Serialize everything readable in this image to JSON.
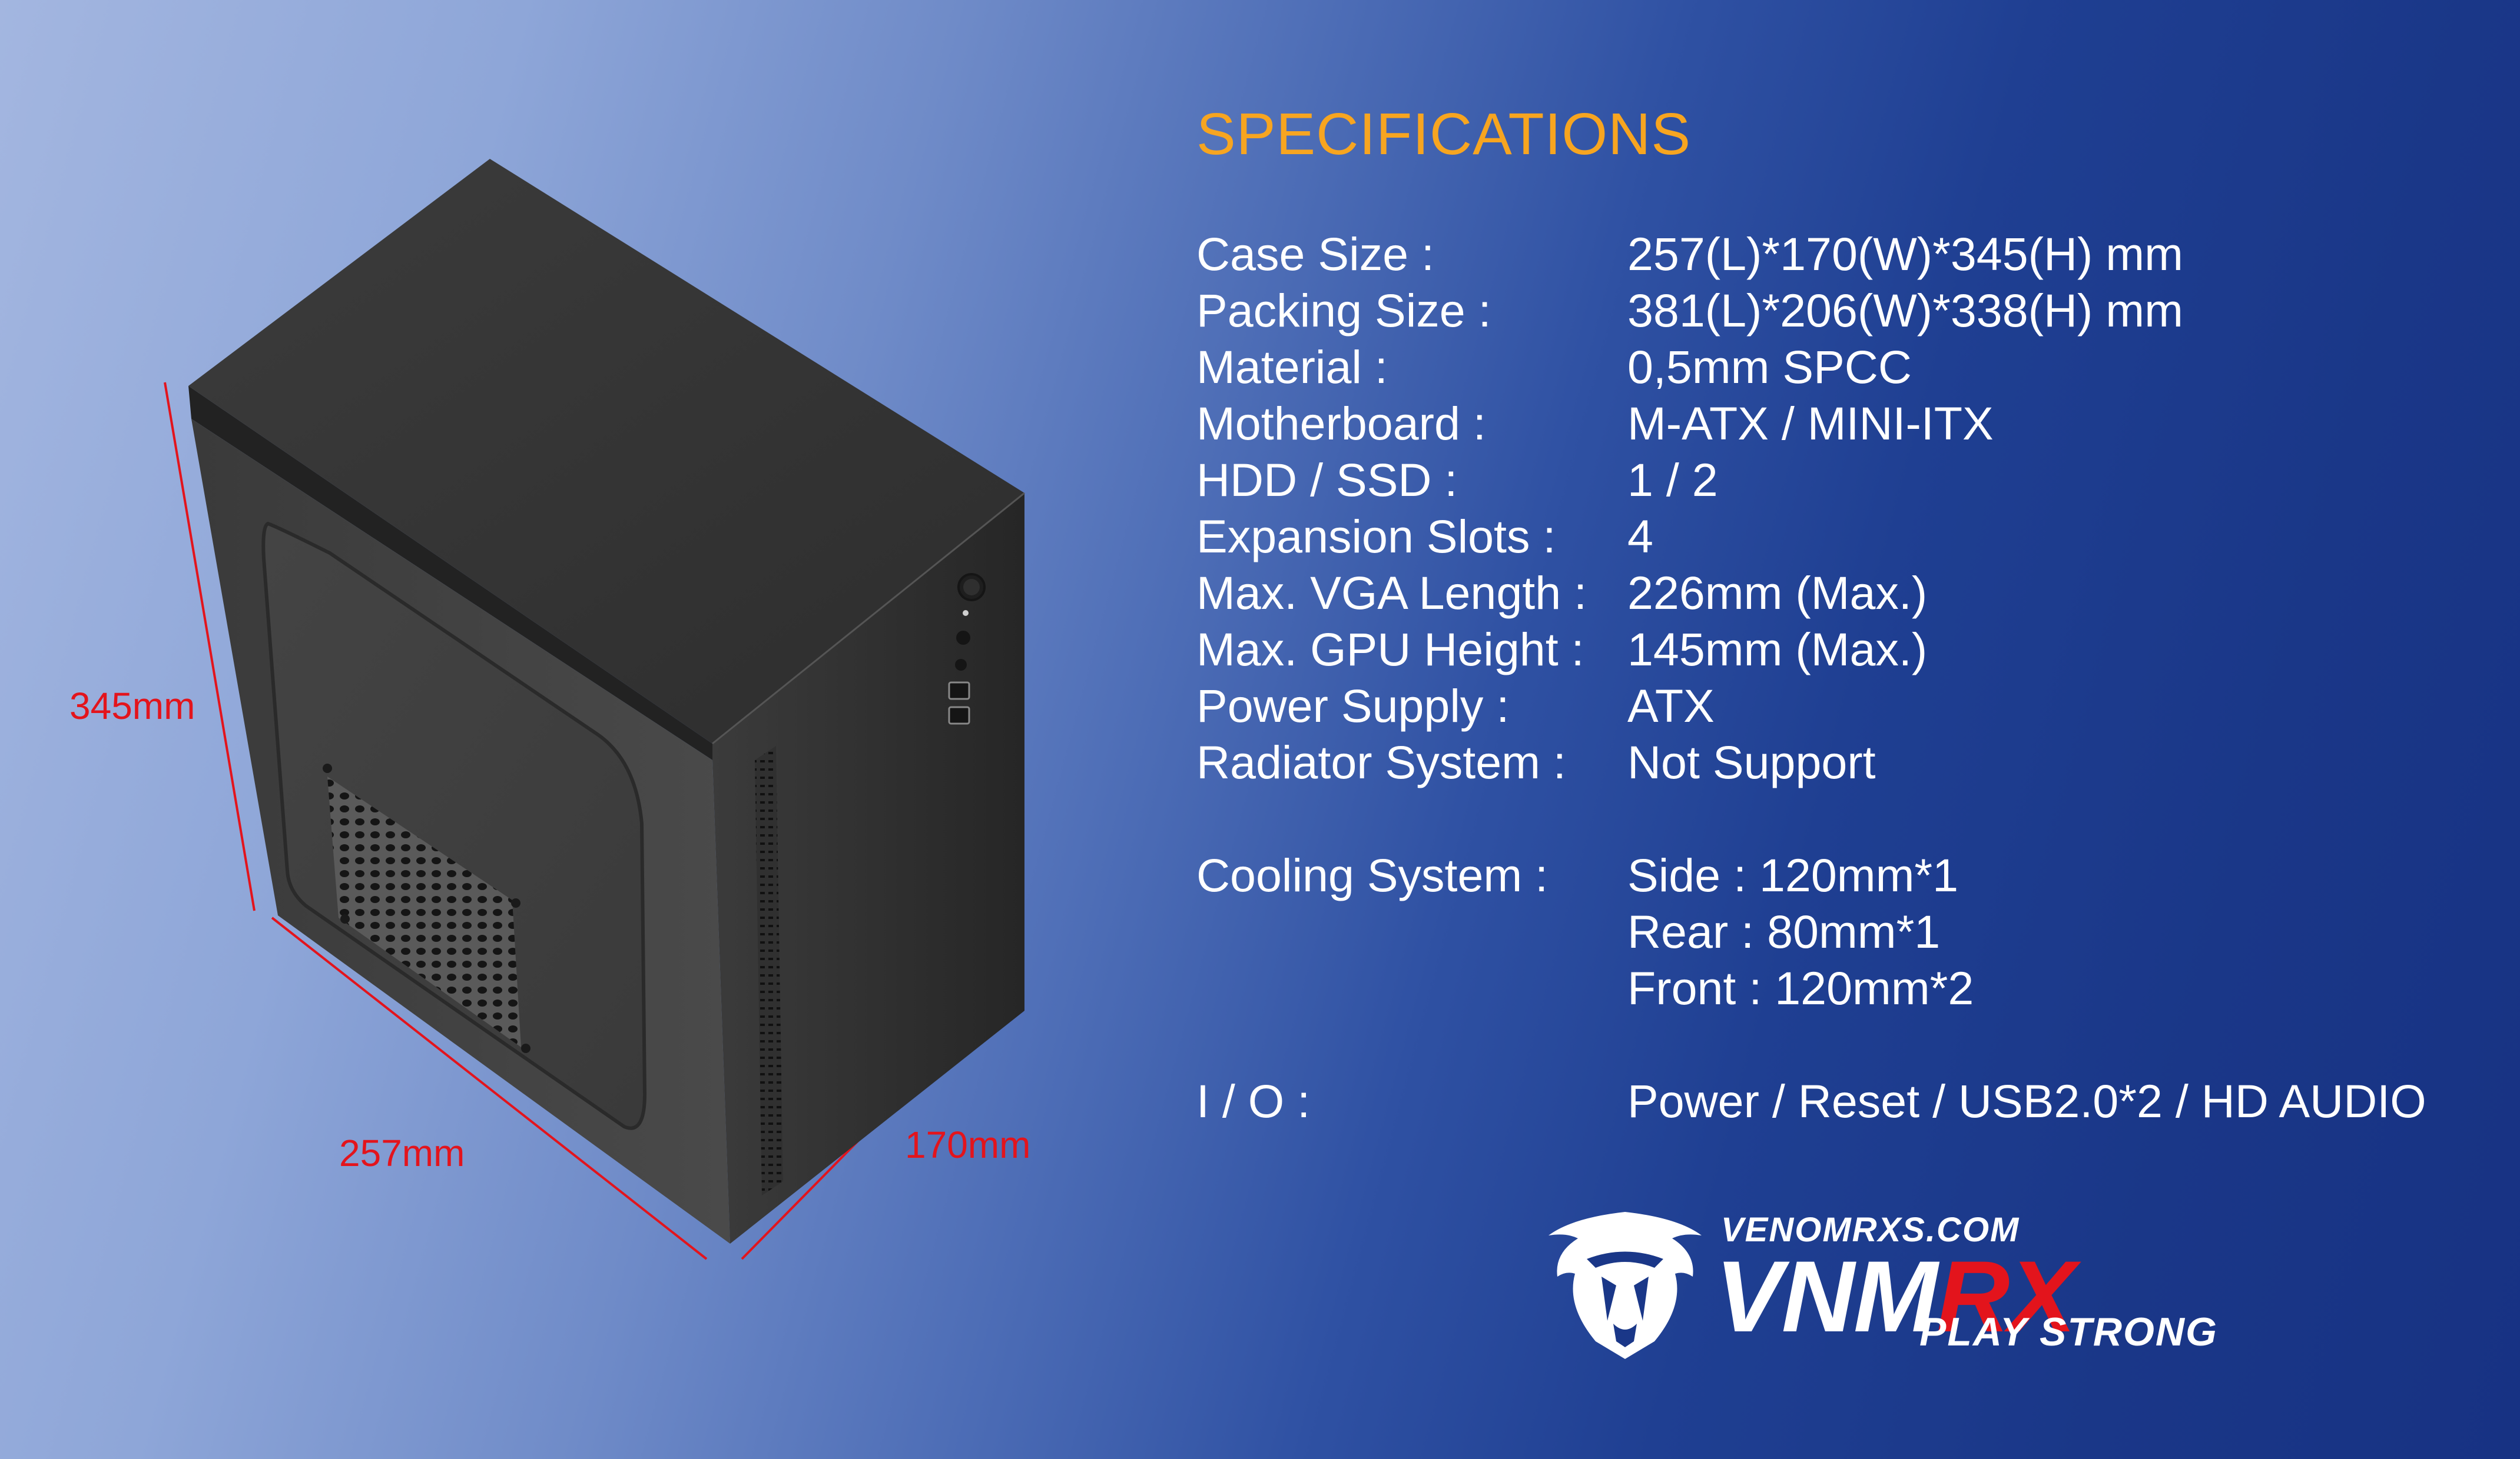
{
  "dimensions": {
    "height": "345mm",
    "length": "257mm",
    "width": "170mm"
  },
  "specs_title": "SPECIFICATIONS",
  "specs": [
    {
      "label": "Case Size :",
      "value": "257(L)*170(W)*345(H) mm"
    },
    {
      "label": "Packing Size :",
      "value": "381(L)*206(W)*338(H) mm"
    },
    {
      "label": "Material :",
      "value": "0,5mm SPCC"
    },
    {
      "label": "Motherboard :",
      "value": "M-ATX / MINI-ITX"
    },
    {
      "label": "HDD / SSD :",
      "value": "1 / 2"
    },
    {
      "label": "Expansion Slots :",
      "value": "4"
    },
    {
      "label": "Max. VGA Length :",
      "value": "226mm (Max.)"
    },
    {
      "label": "Max. GPU Height :",
      "value": "145mm (Max.)"
    },
    {
      "label": "Power Supply :",
      "value": "ATX"
    },
    {
      "label": "Radiator System :",
      "value": "Not Support"
    }
  ],
  "cooling": {
    "label": "Cooling System :",
    "values": [
      "Side : 120mm*1",
      "Rear : 80mm*1",
      "Front : 120mm*2"
    ]
  },
  "io": {
    "label": "I / O :",
    "value": "Power / Reset / USB2.0*2 / HD AUDIO"
  },
  "logo": {
    "url": "VENOMRXS.COM",
    "brand_white": "VNM",
    "brand_red": "RX",
    "tagline": "PLAY STRONG"
  },
  "colors": {
    "accent_orange": "#f7a520",
    "dimension_red": "#e3141c",
    "text_white": "#ffffff",
    "bg_light": "#a3b6e0",
    "bg_dark": "#173283"
  },
  "icons": [
    "pc-case-product-image",
    "venom-snake-logo-icon"
  ]
}
